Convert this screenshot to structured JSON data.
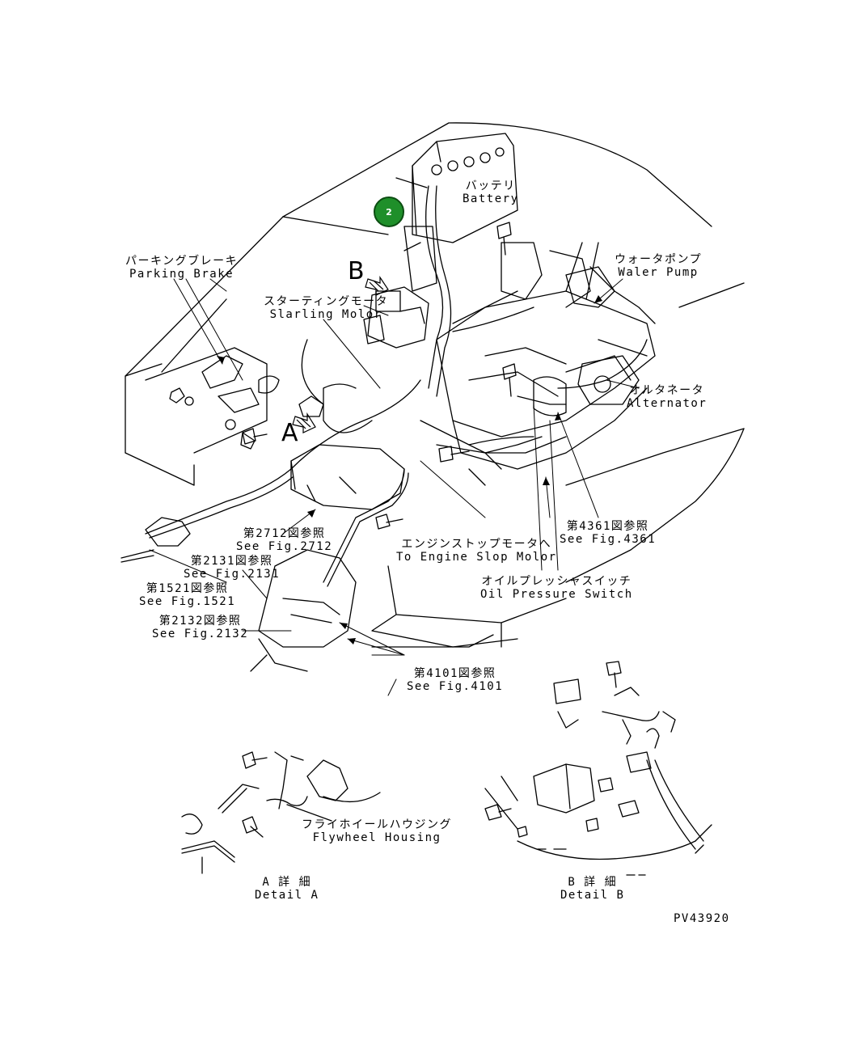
{
  "callout": {
    "number": "2"
  },
  "labels": {
    "battery_jp": "バッテリ",
    "battery_en": "Battery",
    "parking_brake_jp": "パーキングブレーキ",
    "parking_brake_en": "Parking Brake",
    "water_pump_jp": "ウォータポンプ",
    "water_pump_en": "Waler Pump",
    "starting_motor_jp": "スターティングモータ",
    "starting_motor_en": "Slarling Molor",
    "alternator_jp": "オルタネータ",
    "alternator_en": "Alternator",
    "view_b": "B",
    "view_a": "A",
    "fig2712_jp": "第2712図参照",
    "fig2712_en": "See Fig.2712",
    "fig2131_jp": "第2131図参照",
    "fig2131_en": "See Fig.2131",
    "fig1521_jp": "第1521図参照",
    "fig1521_en": "See Fig.1521",
    "fig2132_jp": "第2132図参照",
    "fig2132_en": "See Fig.2132",
    "fig4361_jp": "第4361図参照",
    "fig4361_en": "See Fig.4361",
    "engine_stop_jp": "エンジンストップモータへ",
    "engine_stop_en": "To Engine Slop Molor",
    "oil_pressure_jp": "オイルプレッシャスイッチ",
    "oil_pressure_en": "Oil Pressure Switch",
    "fig4101_jp": "第4101図参照",
    "fig4101_en": "See Fig.4101",
    "flywheel_jp": "フライホイールハウジング",
    "flywheel_en": "Flywheel Housing",
    "detail_a_jp": "A 詳 細",
    "detail_a_en": "Detail A",
    "detail_b_jp": "B 詳 細",
    "detail_b_en": "Detail B",
    "drawing_no": "PV43920"
  }
}
